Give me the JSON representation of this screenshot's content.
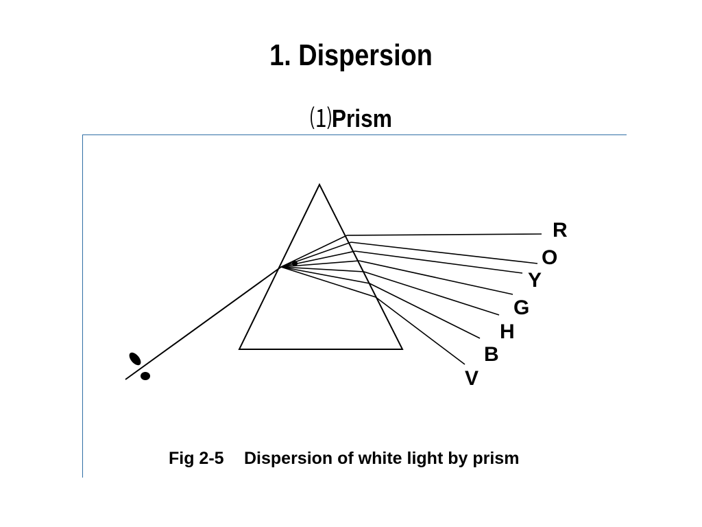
{
  "slide": {
    "title": "1. Dispersion",
    "subtitle_number": "⑴",
    "subtitle_text": "Prism"
  },
  "figure": {
    "caption_number": "Fig 2-5",
    "caption_text": "Dispersion of white light by prism",
    "spectrum_labels": [
      "R",
      "O",
      "Y",
      "G",
      "H",
      "B",
      "V"
    ],
    "line_color": "#000000",
    "frame_color": "#2f6ea5"
  }
}
